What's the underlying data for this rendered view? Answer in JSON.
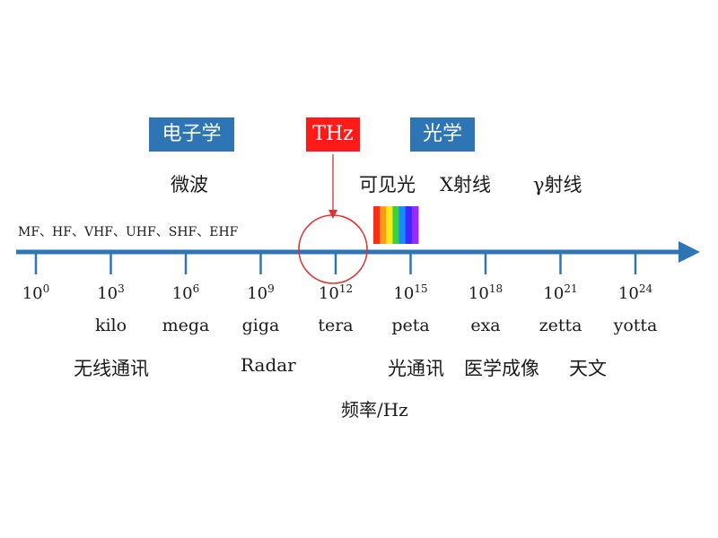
{
  "field_boxes": {
    "electronics": "电子学",
    "thz": "THz",
    "optics": "光学"
  },
  "regions": {
    "microwave": "微波",
    "visible": "可见光",
    "xray": "X射线",
    "gamma": "γ射线"
  },
  "band_list": "MF、HF、VHF、UHF、SHF、EHF",
  "ticks": [
    {
      "base": "10",
      "exp": "0",
      "prefix": ""
    },
    {
      "base": "10",
      "exp": "3",
      "prefix": "kilo"
    },
    {
      "base": "10",
      "exp": "6",
      "prefix": "mega"
    },
    {
      "base": "10",
      "exp": "9",
      "prefix": "giga"
    },
    {
      "base": "10",
      "exp": "12",
      "prefix": "tera"
    },
    {
      "base": "10",
      "exp": "15",
      "prefix": "peta"
    },
    {
      "base": "10",
      "exp": "18",
      "prefix": "exa"
    },
    {
      "base": "10",
      "exp": "21",
      "prefix": "zetta"
    },
    {
      "base": "10",
      "exp": "24",
      "prefix": "yotta"
    }
  ],
  "applications": {
    "wireless": "无线通讯",
    "radar": "Radar",
    "optical_comm": "光通讯",
    "medical": "医学成像",
    "astronomy": "天文"
  },
  "axis_label": "频率/Hz",
  "colors": {
    "axis": "#2e75b6",
    "box_blue": "#2e75b6",
    "box_red": "#ff1a1a",
    "circle": "#e03030"
  },
  "visible_spectrum_colors": [
    "#ff2a1a",
    "#ff9a1a",
    "#ffe81a",
    "#3ad23a",
    "#1a8aff",
    "#3a2aff",
    "#9a2aff"
  ]
}
